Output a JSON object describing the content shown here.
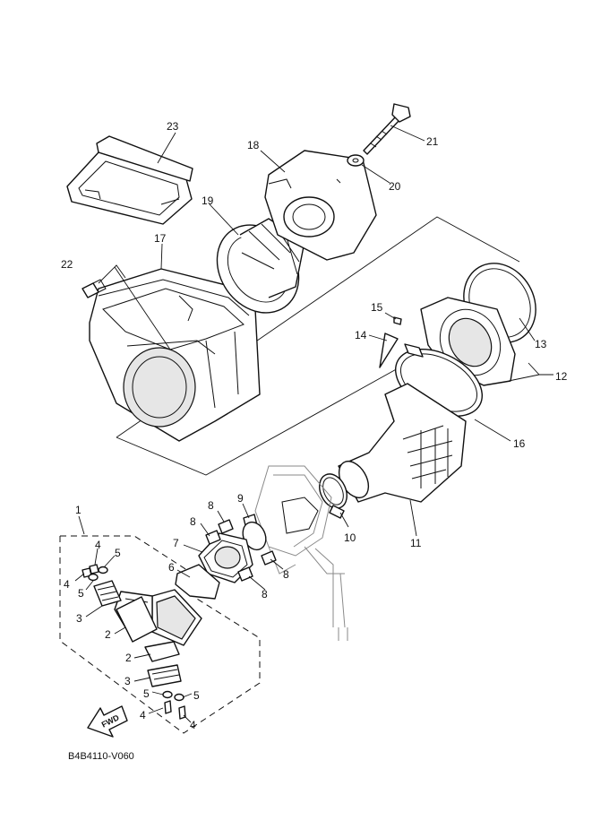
{
  "diagram_code": "B4B4110-V060",
  "fwd_label": "FWD",
  "callouts": {
    "c1": "1",
    "c2a": "2",
    "c2b": "2",
    "c3a": "3",
    "c3b": "3",
    "c4a": "4",
    "c4b": "4",
    "c4c": "4",
    "c4d": "4",
    "c5a": "5",
    "c5b": "5",
    "c5c": "5",
    "c5d": "5",
    "c6": "6",
    "c7": "7",
    "c8a": "8",
    "c8b": "8",
    "c8c": "8",
    "c8d": "8",
    "c9": "9",
    "c10": "10",
    "c11": "11",
    "c12": "12",
    "c13": "13",
    "c14": "14",
    "c15": "15",
    "c16": "16",
    "c17": "17",
    "c18": "18",
    "c19": "19",
    "c20": "20",
    "c21": "21",
    "c22": "22",
    "c23": "23"
  }
}
